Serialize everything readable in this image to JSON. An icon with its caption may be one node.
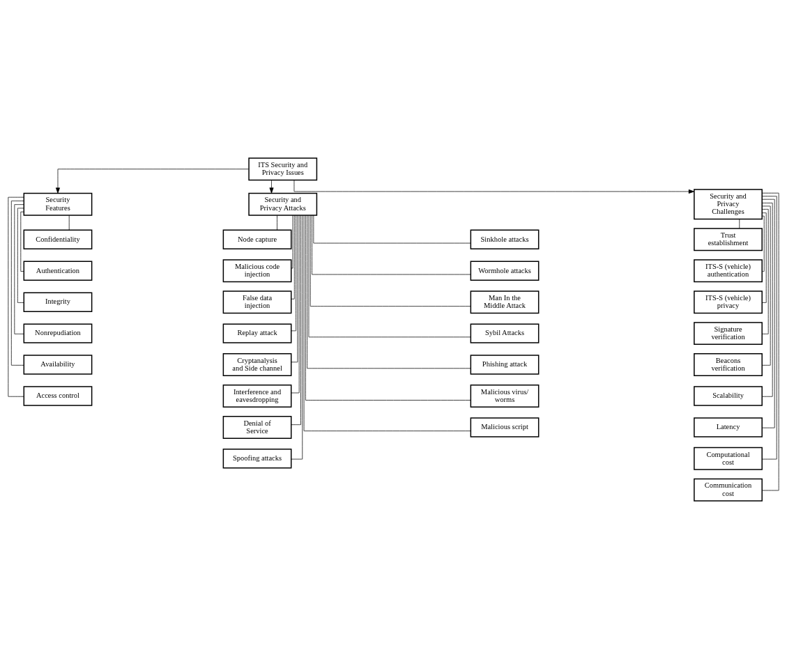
{
  "diagram": {
    "nodes": [
      {
        "text": [
          "ITS Security and Privacy Issues"
        ]
      },
      {
        "text": [
          "Security Features"
        ]
      },
      {
        "text": [
          "Security and Privacy Attacks"
        ]
      },
      {
        "text": [
          "Security and Privacy Challenges"
        ]
      },
      {
        "text": [
          "Confidentiality"
        ]
      },
      {
        "text": [
          "Authentication"
        ]
      },
      {
        "text": [
          "Integrity"
        ]
      },
      {
        "text": [
          "Nonrepudiation"
        ]
      },
      {
        "text": [
          "Availability"
        ]
      },
      {
        "text": [
          "Access control"
        ]
      },
      {
        "text": [
          "Node capture"
        ]
      },
      {
        "text": [
          "Malicious code injection"
        ]
      },
      {
        "text": [
          "False data injection"
        ]
      },
      {
        "text": [
          "Replay attack"
        ]
      },
      {
        "text": [
          "Cryptanalysis and Side channel"
        ]
      },
      {
        "text": [
          "Interference and eavesdropping"
        ]
      },
      {
        "text": [
          "Denial of Service"
        ]
      },
      {
        "text": [
          "Spoofing attacks"
        ]
      },
      {
        "text": [
          "Sinkhole attacks"
        ]
      },
      {
        "text": [
          "Wormhole attacks"
        ]
      },
      {
        "text": [
          "Man In the Middle Attack"
        ]
      },
      {
        "text": [
          "Sybil Attacks"
        ]
      },
      {
        "text": [
          "Phishing attack"
        ]
      },
      {
        "text": [
          "Malicious virus/ worms"
        ]
      },
      {
        "text": [
          "Malicious script"
        ]
      },
      {
        "text": [
          "Trust establishment"
        ]
      },
      {
        "text": [
          "ITS-S (vehicle) authentication"
        ]
      },
      {
        "text": [
          "ITS-S (vehicle) privacy"
        ]
      },
      {
        "text": [
          "Signature verification"
        ]
      },
      {
        "text": [
          "Beacons verification"
        ]
      },
      {
        "text": [
          "Scalability"
        ]
      },
      {
        "text": [
          "Latency"
        ]
      },
      {
        "text": [
          "Computational cost"
        ]
      },
      {
        "text": [
          "Communication cost"
        ]
      }
    ],
    "edges": [
      {
        "from": 0,
        "to": 1,
        "arrow": "to"
      },
      {
        "from": 0,
        "to": 2,
        "arrow": "to"
      },
      {
        "from": 0,
        "to": 3,
        "arrow": "to"
      },
      {
        "from": 1,
        "to": 4,
        "arrow": "none"
      },
      {
        "from": 1,
        "to": 5,
        "arrow": "none"
      },
      {
        "from": 1,
        "to": 6,
        "arrow": "none"
      },
      {
        "from": 1,
        "to": 7,
        "arrow": "none"
      },
      {
        "from": 1,
        "to": 8,
        "arrow": "none"
      },
      {
        "from": 1,
        "to": 9,
        "arrow": "none"
      },
      {
        "from": 2,
        "to": 10,
        "arrow": "none"
      },
      {
        "from": 2,
        "to": 11,
        "arrow": "none"
      },
      {
        "from": 2,
        "to": 12,
        "arrow": "none"
      },
      {
        "from": 2,
        "to": 13,
        "arrow": "none"
      },
      {
        "from": 2,
        "to": 14,
        "arrow": "none"
      },
      {
        "from": 2,
        "to": 15,
        "arrow": "none"
      },
      {
        "from": 2,
        "to": 16,
        "arrow": "none"
      },
      {
        "from": 2,
        "to": 17,
        "arrow": "none"
      },
      {
        "from": 2,
        "to": 18,
        "arrow": "none"
      },
      {
        "from": 2,
        "to": 19,
        "arrow": "none"
      },
      {
        "from": 2,
        "to": 20,
        "arrow": "none"
      },
      {
        "from": 2,
        "to": 21,
        "arrow": "none"
      },
      {
        "from": 2,
        "to": 22,
        "arrow": "none"
      },
      {
        "from": 2,
        "to": 23,
        "arrow": "none"
      },
      {
        "from": 2,
        "to": 24,
        "arrow": "none"
      },
      {
        "from": 3,
        "to": 25,
        "arrow": "none"
      },
      {
        "from": 3,
        "to": 26,
        "arrow": "none"
      },
      {
        "from": 3,
        "to": 27,
        "arrow": "none"
      },
      {
        "from": 3,
        "to": 28,
        "arrow": "none"
      },
      {
        "from": 3,
        "to": 29,
        "arrow": "none"
      },
      {
        "from": 3,
        "to": 30,
        "arrow": "none"
      },
      {
        "from": 3,
        "to": 31,
        "arrow": "none"
      },
      {
        "from": 3,
        "to": 32,
        "arrow": "none"
      },
      {
        "from": 3,
        "to": 33,
        "arrow": "none"
      }
    ]
  }
}
